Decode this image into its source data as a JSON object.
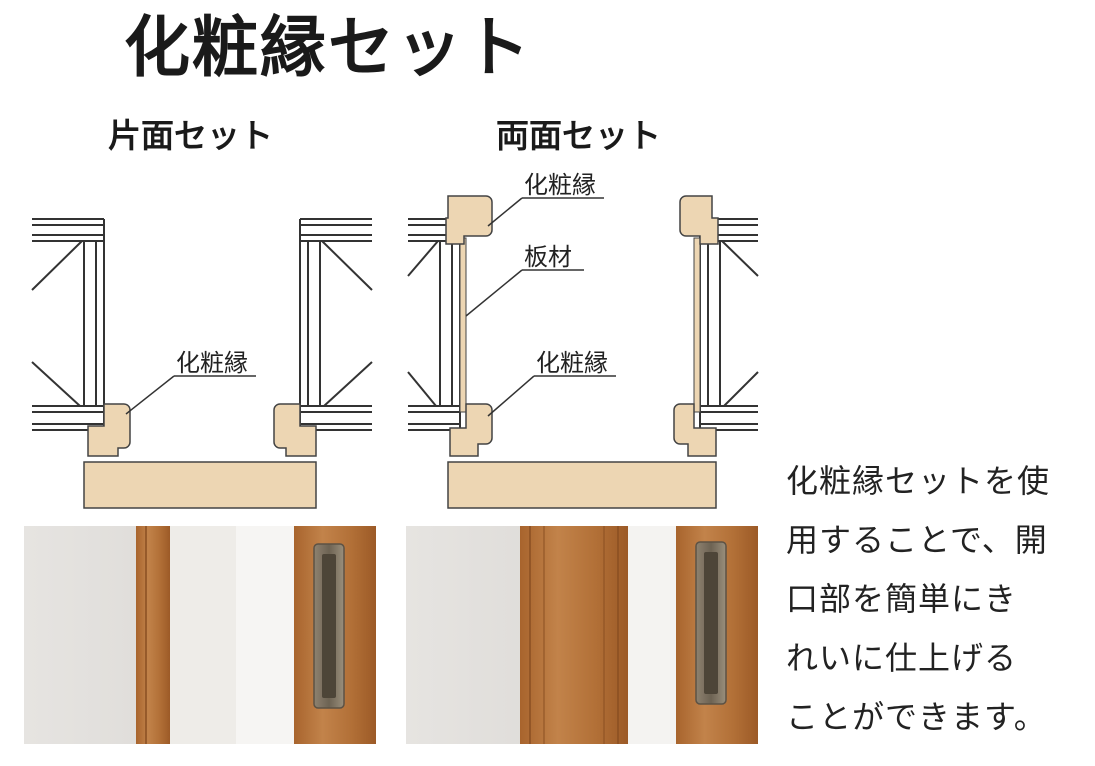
{
  "title": "化粧縁セット",
  "left_panel": {
    "heading": "片面セット",
    "label_trim": "化粧縁"
  },
  "right_panel": {
    "heading": "両面セット",
    "label_trim_top": "化粧縁",
    "label_board": "板材",
    "label_trim_bottom": "化粧縁"
  },
  "description": "化粧縁セットを使\n用することで、開\n口部を簡単にき\nれいに仕上げる\nことができます。",
  "colors": {
    "wood_light": "#edd6b3",
    "wood_photo": "#b9753d",
    "wall_photo": "#dedcd9"
  }
}
